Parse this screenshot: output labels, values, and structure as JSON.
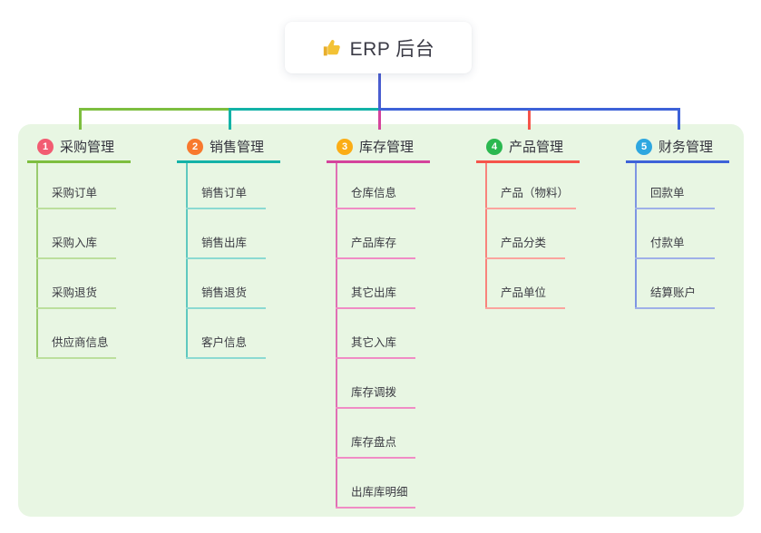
{
  "root": {
    "title": "ERP 后台",
    "icon": "thumbs-up-icon"
  },
  "colors": {
    "page_bg": "#ffffff",
    "panel_bg": "#e8f6e3",
    "root_line": "#4a5ed0",
    "text_dark": "#33333d",
    "thumb_yellow": "#f3c235"
  },
  "branches": [
    {
      "index": "1",
      "title": "采购管理",
      "badge_color": "#f25c72",
      "line_color": "#7dbe3f",
      "child_vline_color": "#9acb6f",
      "child_line_color": "#bcdf9d",
      "children": [
        "采购订单",
        "采购入库",
        "采购退货",
        "供应商信息"
      ]
    },
    {
      "index": "2",
      "title": "销售管理",
      "badge_color": "#f8792e",
      "line_color": "#13b2a7",
      "child_vline_color": "#5fc9bf",
      "child_line_color": "#8bdad2",
      "children": [
        "销售订单",
        "销售出库",
        "销售退货",
        "客户信息"
      ]
    },
    {
      "index": "3",
      "title": "库存管理",
      "badge_color": "#fbad15",
      "line_color": "#d4439c",
      "child_vline_color": "#e070b4",
      "child_line_color": "#f08cc5",
      "children": [
        "仓库信息",
        "产品库存",
        "其它出库",
        "其它入库",
        "库存调拨",
        "库存盘点",
        "出库库明细"
      ]
    },
    {
      "index": "4",
      "title": "产品管理",
      "badge_color": "#2bb850",
      "line_color": "#f5544a",
      "child_vline_color": "#f8837c",
      "child_line_color": "#fba49e",
      "children": [
        "产品（物料）",
        "产品分类",
        "产品单位"
      ]
    },
    {
      "index": "5",
      "title": "财务管理",
      "badge_color": "#2ea7e0",
      "line_color": "#3d62d8",
      "child_vline_color": "#7e95e3",
      "child_line_color": "#9fb0e8",
      "children": [
        "回款单",
        "付款单",
        "结算账户"
      ]
    }
  ]
}
